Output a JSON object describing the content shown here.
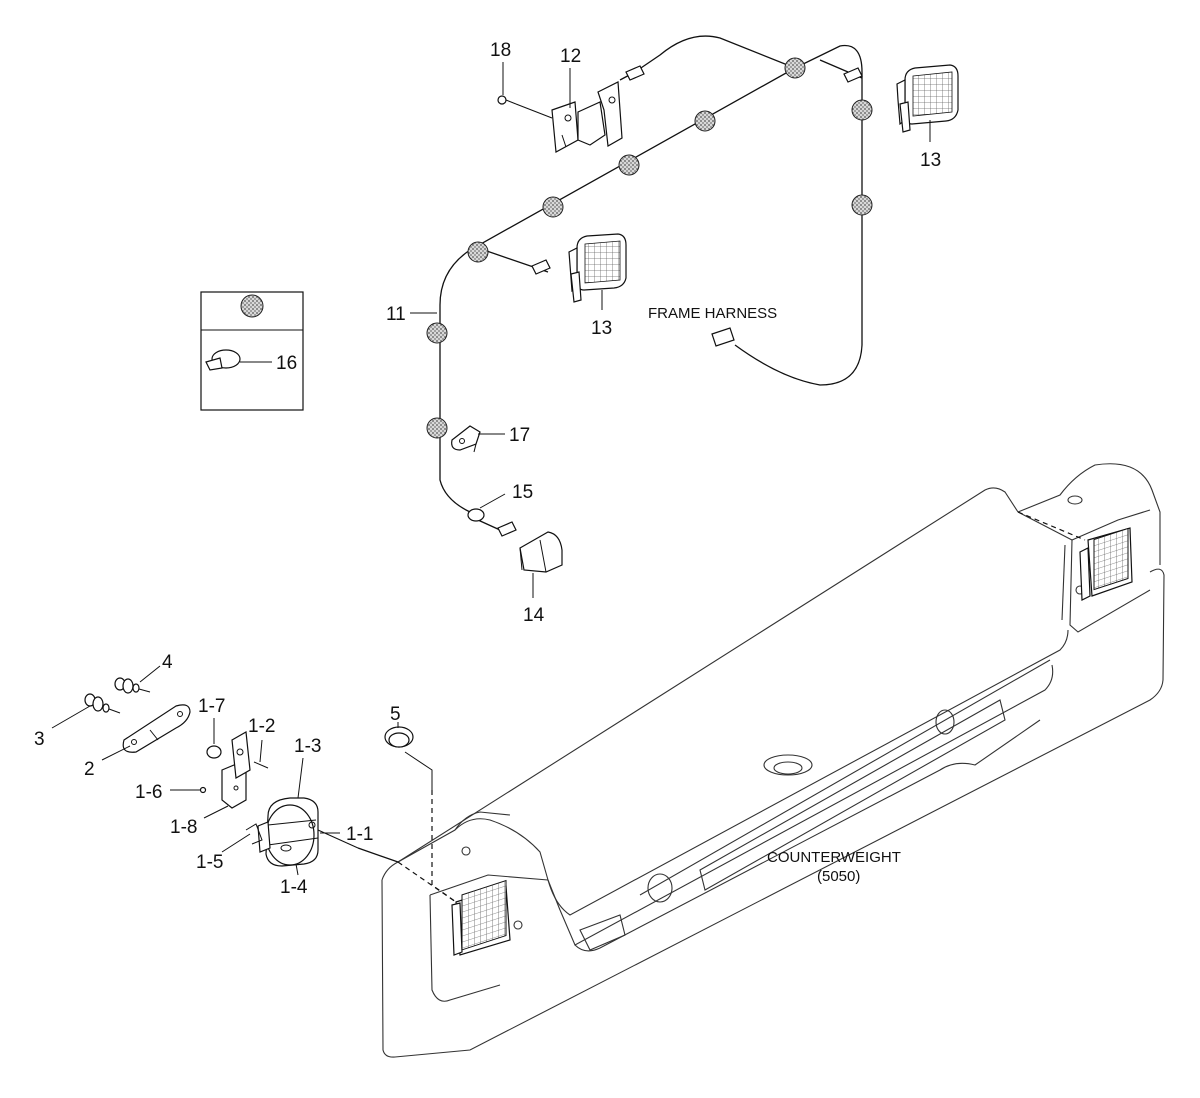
{
  "labels": {
    "p18": "18",
    "p12": "12",
    "p13a": "13",
    "p13b": "13",
    "p11": "11",
    "p16": "16",
    "p17": "17",
    "p15": "15",
    "p14": "14",
    "p4": "4",
    "p3": "3",
    "p2": "2",
    "p1_7": "1-7",
    "p1_2": "1-2",
    "p1_3": "1-3",
    "p1_1": "1-1",
    "p1_6": "1-6",
    "p1_8": "1-8",
    "p1_5": "1-5",
    "p1_4": "1-4",
    "p5": "5"
  },
  "captions": {
    "frame_harness": "FRAME HARNESS",
    "counterweight": "COUNTERWEIGHT",
    "counterweight_code": "(5050)"
  }
}
